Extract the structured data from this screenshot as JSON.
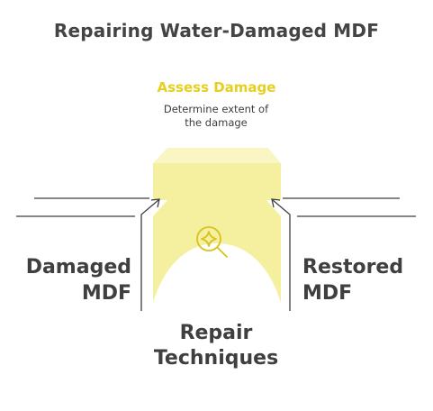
{
  "title": "Repairing Water-Damaged MDF",
  "step": {
    "title": "Assess Damage",
    "description_line1": "Determine extent of",
    "description_line2": "the damage",
    "icon": "magnifier-sparkle-icon"
  },
  "left_label": {
    "line1": "Damaged",
    "line2": "MDF"
  },
  "right_label": {
    "line1": "Restored",
    "line2": "MDF"
  },
  "center_label": {
    "line1": "Repair",
    "line2": "Techniques"
  },
  "colors": {
    "accent_yellow": "#f5f0a0",
    "title_yellow": "#e6cf1e",
    "icon_yellow": "#d9c21f",
    "line": "#3d3d3d",
    "text": "#3f3f3f"
  }
}
